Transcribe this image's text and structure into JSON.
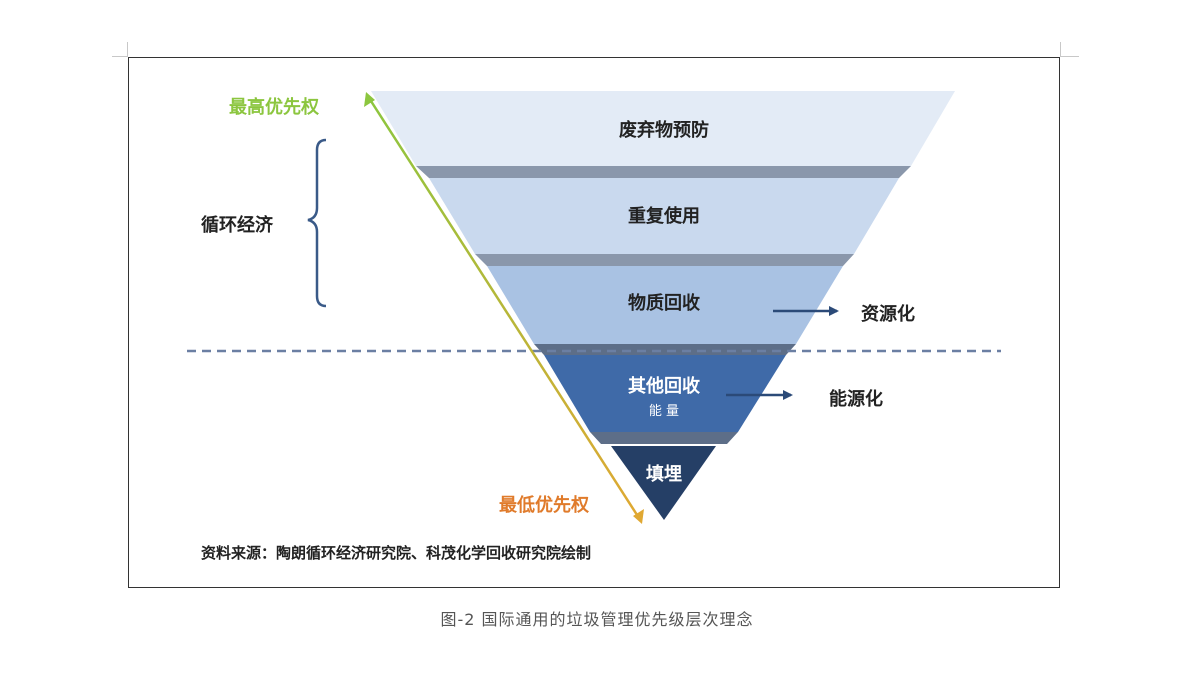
{
  "tiers": [
    {
      "label": "废弃物预防",
      "color": "#e3ebf6",
      "text_color": "#222222"
    },
    {
      "label": "重复使用",
      "color": "#c9d9ee",
      "text_color": "#222222"
    },
    {
      "label": "物质回收",
      "color": "#a9c2e3",
      "text_color": "#222222"
    },
    {
      "label": "其他回收",
      "sublabel": "能 量",
      "color": "#3f6aa8",
      "text_color": "#ffffff"
    },
    {
      "label": "填埋",
      "color": "#253f66",
      "text_color": "#ffffff"
    }
  ],
  "annotations": {
    "highest_priority": "最高优先权",
    "lowest_priority": "最低优先权",
    "circular_economy": "循环经济",
    "resource": "资源化",
    "energy": "能源化",
    "source": "资料来源：陶朗循环经济研究院、科茂化学回收研究院绘制"
  },
  "caption": "图-2 国际通用的垃圾管理优先级层次理念",
  "colors": {
    "priority_green": "#8cc63f",
    "priority_orange": "#e07b2b",
    "arrow_navy": "#2b4a78",
    "bracket": "#3a5a88",
    "dashed_line": "#6b7fa3"
  }
}
